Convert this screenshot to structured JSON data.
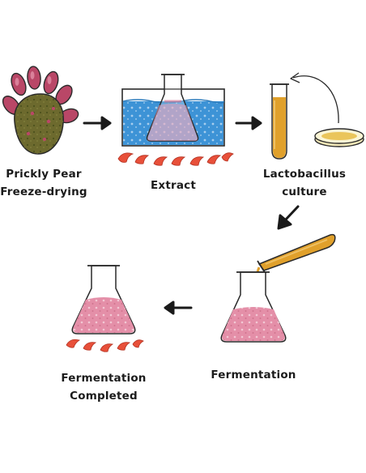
{
  "steps": {
    "prickly_pear": {
      "line1": "Prickly Pear",
      "line2": "Freeze-drying"
    },
    "extract": {
      "label": "Extract"
    },
    "culture": {
      "line1": "Lactobacillus",
      "line2": "culture"
    },
    "fermentation": {
      "label": "Fermentation"
    },
    "completed": {
      "line1": "Fermentation",
      "line2": "Completed"
    }
  },
  "colors": {
    "outline": "#2a2a2a",
    "cactus_pad": "#6d6a2e",
    "fruit": "#b94767",
    "water": "#3d93d6",
    "culture_liquid": "#e0a02b",
    "ferment_liquid": "#e48fa8",
    "flame": "#e8503a",
    "arrow": "#1a1a1a"
  },
  "icons": [
    "cactus-icon",
    "beaker-flask-icon",
    "test-tube-icon",
    "petri-dish-icon",
    "flask-icon",
    "flame-icon",
    "arrow-icon"
  ]
}
